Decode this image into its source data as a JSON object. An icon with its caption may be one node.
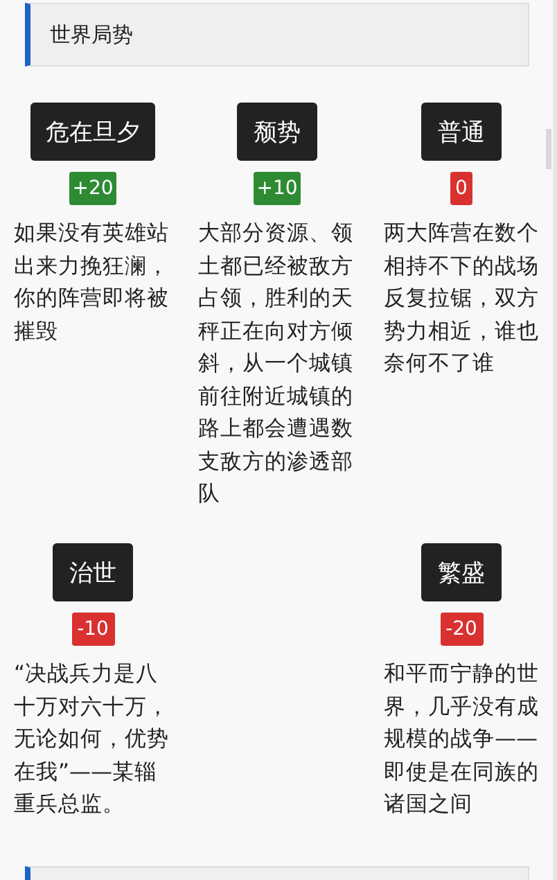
{
  "diagram": {
    "title": "世界局势",
    "nodes": [
      {
        "text": [
          "危在旦夕"
        ]
      },
      {
        "text": [
          "颓势"
        ]
      },
      {
        "text": [
          "普通"
        ]
      },
      {
        "text": [
          "+20"
        ]
      },
      {
        "text": [
          "+10"
        ]
      },
      {
        "text": [
          "0"
        ]
      },
      {
        "text": [
          "治世"
        ]
      },
      {
        "text": [
          "繁盛"
        ]
      },
      {
        "text": [
          "-10"
        ]
      },
      {
        "text": [
          "-20"
        ]
      }
    ],
    "labels": [
      "如果没有英雄站出来力挽狂澜，你的阵营即将被摧毁",
      "大部分资源、领土都已经被敌方占领，胜利的天秤正在向对方倾斜，从一个城镇前往附近城镇的路上都会遭遇数支敌方的渗透部队",
      "两大阵营在数个相持不下的战场反复拉锯，双方势力相近，谁也奈何不了谁",
      "“决战兵力是八十万对六十万，无论如何，优势在我”——某辎重兵总监。",
      "和平而宁静的世界，几乎没有成规模的战争——即使是在同族的诸国之间"
    ]
  }
}
